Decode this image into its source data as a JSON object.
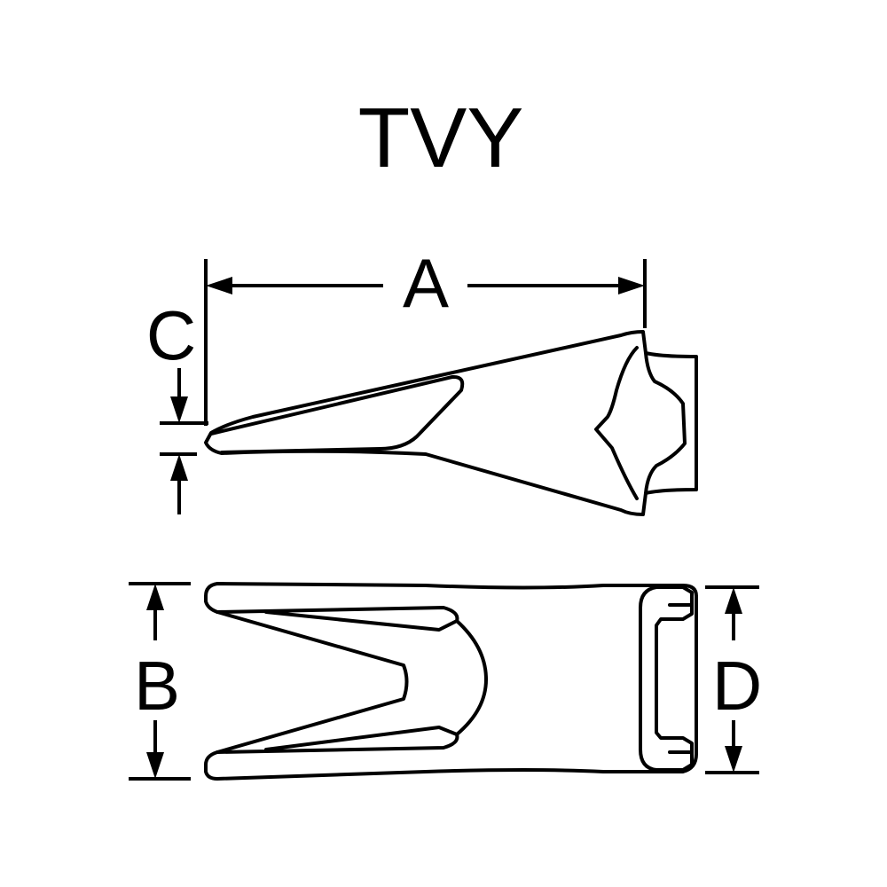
{
  "title": "TVY",
  "dimensions": {
    "a": "A",
    "b": "B",
    "c": "C",
    "d": "D"
  },
  "colors": {
    "line": "#000000",
    "background": "#ffffff"
  }
}
